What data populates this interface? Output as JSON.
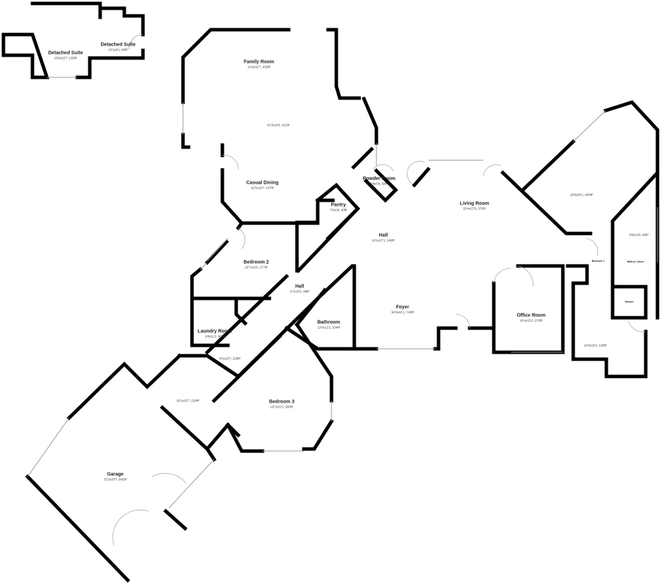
{
  "rooms": [
    {
      "name": "Detached Suite",
      "size": "15'6x22'7, 233ft²"
    },
    {
      "name": "Detached Suite",
      "size": "10'1x8'1, 84ft²"
    },
    {
      "name": "Family Room",
      "size": "14'5x32'7, 455ft²"
    },
    {
      "name": "",
      "size": "41'3x10'6, 421ft²"
    },
    {
      "name": "Casual Dining",
      "size": "32'5x16'7, 437ft²"
    },
    {
      "name": "Powder Room",
      "size": "9'6x5'6, 58ft²"
    },
    {
      "name": "Pantry",
      "size": "7'0x5'8, 40ft²"
    },
    {
      "name": "Living Room",
      "size": "23'4x17'9, 372ft²"
    },
    {
      "name": "",
      "size": "28'8x20'1, 483ft²"
    },
    {
      "name": "",
      "size": "9'8x13'6, 89ft²"
    },
    {
      "name": "Hall",
      "size": "18'1x17'1, 249ft²"
    },
    {
      "name": "Bedroom 2",
      "size": "15'7x22'5, 277ft²"
    },
    {
      "name": "Hall",
      "size": "6'7x15'5, 98ft²"
    },
    {
      "name": "Foyer",
      "size": "34'9x40'1, 743ft²"
    },
    {
      "name": "Bathroom",
      "size": "11'6x12'2, 104ft²"
    },
    {
      "name": "Laundry Room",
      "size": "9'8x11'2, 90ft²"
    },
    {
      "name": "Office Room",
      "size": "18'4x15'3, 270ft²"
    },
    {
      "name": "",
      "size": "15'9x15'4, 228ft²"
    },
    {
      "name": "",
      "size": "6'6x18'7, 125ft²"
    },
    {
      "name": "",
      "size": "18'1x15'7, 218ft²"
    },
    {
      "name": "Bedroom 3",
      "size": "18'7x21'3, 383ft²"
    },
    {
      "name": "Garage",
      "size": "31'3x33'7, 942ft²"
    },
    {
      "name": "Bedroom 1",
      "size": ""
    },
    {
      "name": "Walk-in Closet",
      "size": ""
    },
    {
      "name": "Shower",
      "size": ""
    }
  ]
}
